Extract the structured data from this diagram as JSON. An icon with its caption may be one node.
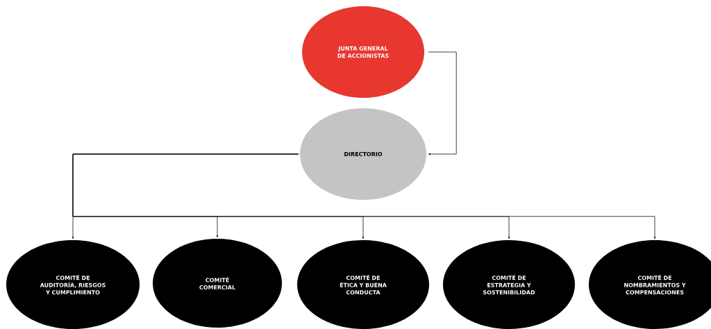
{
  "diagram": {
    "nodes": [
      {
        "text": [
          "JUNTA GENERAL DE ACCIONISTAS"
        ]
      },
      {
        "text": [
          "DIRECTORIO"
        ]
      },
      {
        "text": [
          "COMITÉ DE AUDITORÍA, RIESGOS Y CUMPLIMIENTO"
        ]
      },
      {
        "text": [
          "COMITÉ COMERCIAL"
        ]
      },
      {
        "text": [
          "COMITÉ DE ÉTICA Y BUENA CONDUCTA"
        ]
      },
      {
        "text": [
          "COMITÉ DE ESTRATEGIA Y SOSTENIBILIDAD"
        ]
      },
      {
        "text": [
          "COMITÉ DE NOMBRAMIENTOS Y COMPENSACIONES"
        ]
      }
    ],
    "edges": [
      {
        "from": 0,
        "to": 1,
        "arrow": "to"
      },
      {
        "from": 1,
        "to": 2,
        "arrow": "to"
      },
      {
        "from": 1,
        "to": 3,
        "arrow": "to"
      },
      {
        "from": 1,
        "to": 4,
        "arrow": "to"
      },
      {
        "from": 1,
        "to": 5,
        "arrow": "to"
      },
      {
        "from": 1,
        "to": 6,
        "arrow": "to"
      }
    ]
  }
}
